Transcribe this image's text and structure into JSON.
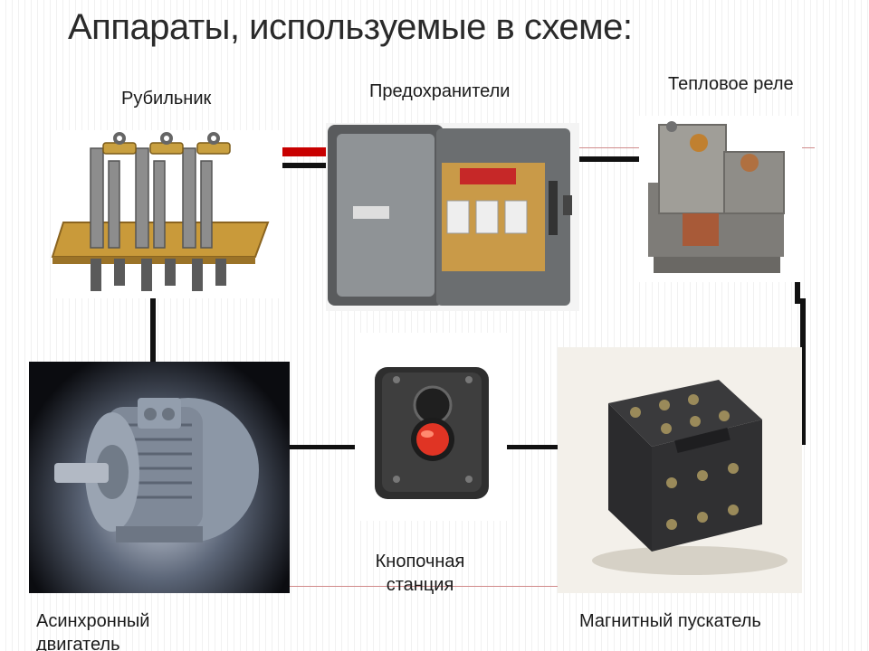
{
  "title": "Аппараты, используемые в схеме:",
  "devices": {
    "switch": {
      "label": "Рубильник",
      "icon": "knife-switch-icon"
    },
    "fuses": {
      "label": "Предохранители",
      "icon": "fuse-box-icon"
    },
    "thermal_relay": {
      "label": "Тепловое реле",
      "icon": "thermal-relay-icon"
    },
    "button_station": {
      "label": "Кнопочная станция",
      "icon": "push-button-station-icon"
    },
    "motor": {
      "label": "Асинхронный двигатель",
      "icon": "induction-motor-icon"
    },
    "starter": {
      "label": "Магнитный пускатель",
      "icon": "magnetic-starter-icon"
    }
  },
  "colors": {
    "wire": "#111111",
    "accent": "#c80000",
    "title": "#2a2a2a"
  }
}
